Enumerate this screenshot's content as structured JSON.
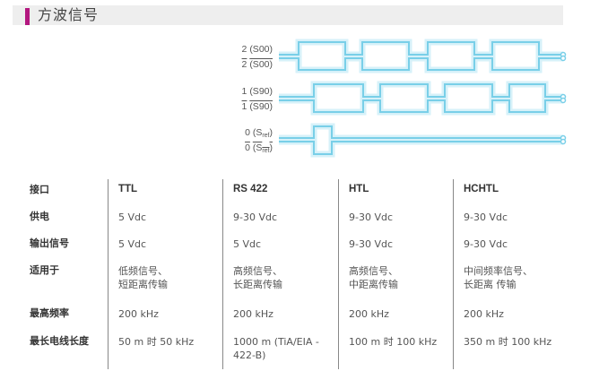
{
  "page": {
    "title": "方波信号",
    "accent_color": "#b3177f"
  },
  "signals": [
    {
      "label_main": "2",
      "label_sub": "(S00)",
      "inverted": false
    },
    {
      "label_main": "2",
      "label_sub": "(S00)",
      "inverted": true
    },
    {
      "label_main": "1",
      "label_sub": "(S90)",
      "inverted": false
    },
    {
      "label_main": "1",
      "label_sub": "(S90)",
      "inverted": true
    },
    {
      "label_main": "0",
      "label_sub_s": "(S",
      "label_sub_r": "ref",
      "label_close": ")",
      "inverted": false
    },
    {
      "label_main": "0",
      "label_sub_s": "(S",
      "label_sub_r": "ref",
      "label_close": ")",
      "inverted": true
    }
  ],
  "waveform_color": "#8fd8ee",
  "table": {
    "headers": [
      "接口",
      "TTL",
      "RS 422",
      "HTL",
      "HCHTL"
    ],
    "rows": [
      {
        "label": "供电",
        "values": [
          "5 Vdc",
          "9-30 Vdc",
          "9-30 Vdc",
          "9-30 Vdc"
        ]
      },
      {
        "label": "输出信号",
        "values": [
          "5 Vdc",
          "5 Vdc",
          "9-30 Vdc",
          "9-30 Vdc"
        ]
      },
      {
        "label": "适用于",
        "values": [
          [
            "低频信号、",
            "短距离传输"
          ],
          [
            "高频信号、",
            "长距离传输"
          ],
          [
            "高频信号、",
            "中距离传输"
          ],
          [
            "中间频率信号、",
            "长距离 传输"
          ]
        ]
      },
      {
        "label": "最高频率",
        "values": [
          "200 kHz",
          "200 kHz",
          "200 kHz",
          "200 kHz"
        ]
      },
      {
        "label": "最长电线长度",
        "values": [
          [
            "50 m 时 50 kHz"
          ],
          [
            "1000 m (TiA/EIA -",
            "422-B)"
          ],
          [
            "100 m 时 100 kHz"
          ],
          [
            "350 m 时 100 kHz"
          ]
        ]
      }
    ]
  }
}
